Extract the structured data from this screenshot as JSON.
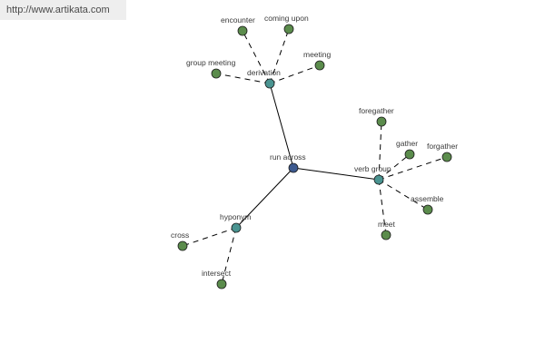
{
  "source_link": {
    "text": "http://www.artikata.com"
  },
  "colors": {
    "root": "#3d5a8f",
    "relation": "#4a9491",
    "word": "#5b8c4c"
  },
  "graph": {
    "root": "run across",
    "relations": [
      {
        "name": "derivation",
        "words": [
          "encounter",
          "coming upon",
          "group meeting",
          "meeting"
        ]
      },
      {
        "name": "verb group",
        "words": [
          "foregather",
          "gather",
          "forgather",
          "assemble",
          "meet"
        ]
      },
      {
        "name": "hyponym",
        "words": [
          "cross",
          "intersect"
        ]
      }
    ]
  }
}
